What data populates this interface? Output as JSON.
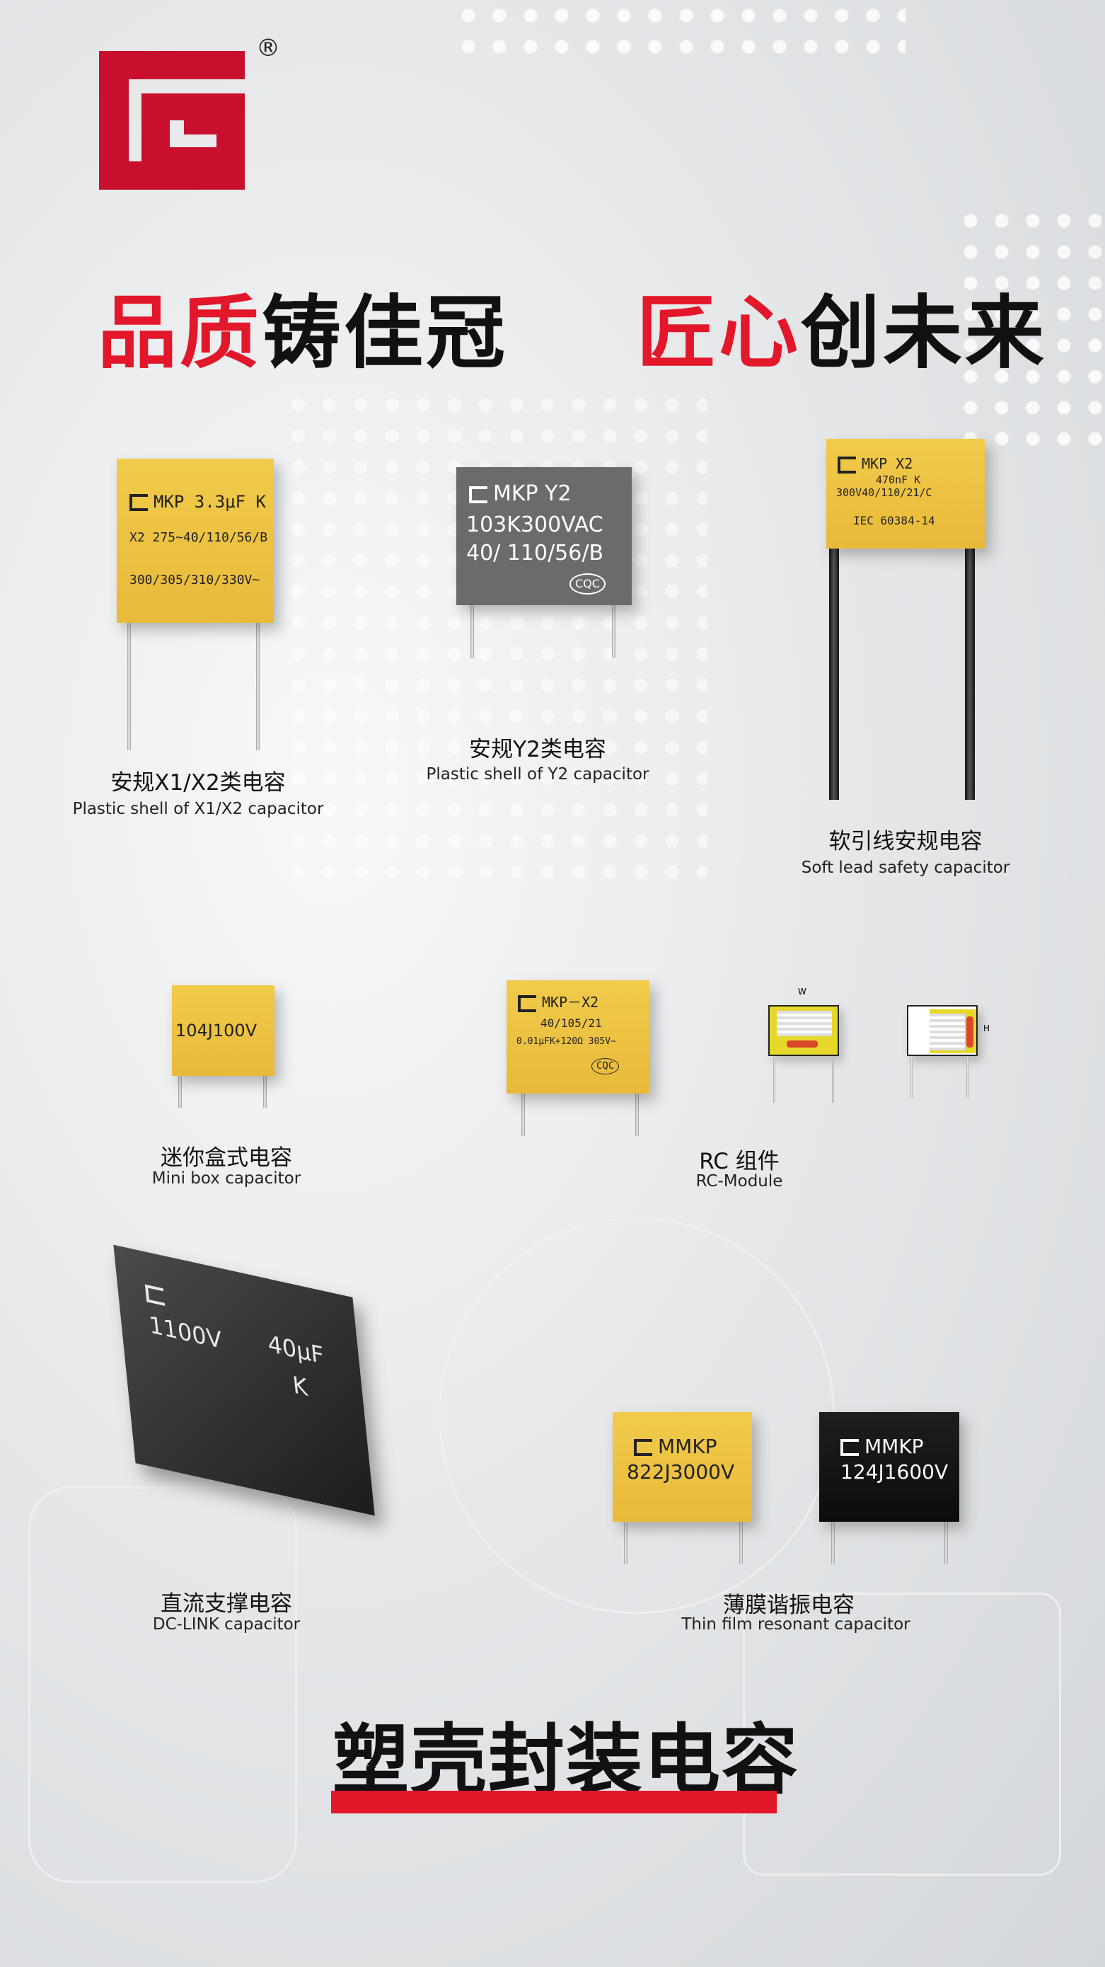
{
  "brand": {
    "logo": "CG",
    "registered_mark": "®",
    "colors": {
      "red": "#e2182a",
      "yellow": "#f1cb4a",
      "dark": "#111111"
    }
  },
  "slogan": {
    "left_red": "品质",
    "left_black": "铸佳冠",
    "right_red": "匠心",
    "right_black": "创未来"
  },
  "products": [
    {
      "name_cn": "安规X1/X2类电容",
      "name_en": "Plastic shell of X1/X2 capacitor",
      "markings": [
        "MKP 3.3μF K",
        "X2 275~40/110/56/B",
        "300/305/310/330V~"
      ]
    },
    {
      "name_cn": "安规Y2类电容",
      "name_en": "Plastic shell of Y2 capacitor",
      "markings": [
        "MKP Y2",
        "103K300VAC",
        "40/ 110/56/B",
        "CQC"
      ]
    },
    {
      "name_cn": "软引线安规电容",
      "name_en": "Soft lead safety capacitor",
      "markings": [
        "MKP X2",
        "470nF K",
        "300V40/110/21/C",
        "IEC 60384-14"
      ]
    },
    {
      "name_cn": "迷你盒式电容",
      "name_en": "Mini box capacitor",
      "markings": [
        "104J100V"
      ]
    },
    {
      "name_cn": "RC 组件",
      "name_en": "RC-Module",
      "markings": [
        "MKP－X2",
        "40/105/21",
        "0.01μFK+120Ω 305V~",
        "CQC",
        "W",
        "H"
      ]
    },
    {
      "name_cn": "直流支撑电容",
      "name_en": "DC-LINK capacitor",
      "markings": [
        "1100V",
        "40μF",
        "K"
      ]
    },
    {
      "name_cn": "薄膜谐振电容",
      "name_en": "Thin film resonant capacitor",
      "markings": [
        "MMKP",
        "822J3000V",
        "MMKP",
        "124J1600V"
      ]
    }
  ],
  "footer": {
    "title": "塑壳封装电容"
  }
}
